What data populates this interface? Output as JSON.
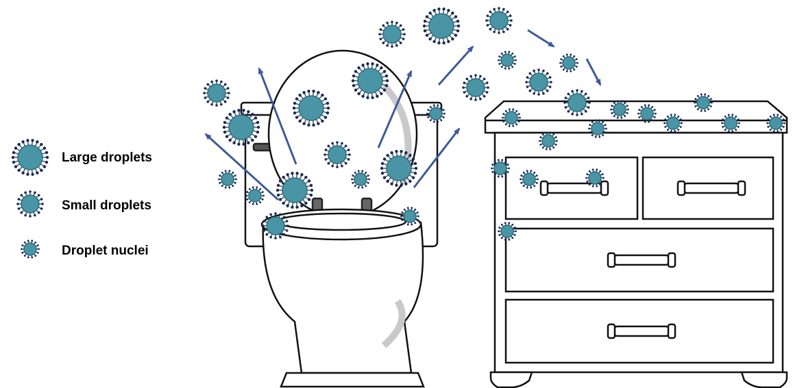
{
  "legend": {
    "large": "Large droplets",
    "small": "Small droplets",
    "nuclei": "Droplet nuclei"
  },
  "colors": {
    "droplet_fill": "#4a95a5",
    "droplet_fill_light": "#6fb2c0",
    "spike": "#1b2a52",
    "arrow": "#3d5a99",
    "outline": "#111111"
  },
  "droplets": [
    {
      "size": "large",
      "at": "legend"
    },
    {
      "size": "small",
      "at": "legend"
    },
    {
      "size": "nuclei",
      "at": "legend"
    },
    {
      "size": "small",
      "at": "near-tank-left"
    },
    {
      "size": "large",
      "at": "tank-left"
    },
    {
      "size": "nuclei",
      "at": "left-low"
    },
    {
      "size": "nuclei",
      "at": "left-mid"
    },
    {
      "size": "large",
      "at": "rim-left"
    },
    {
      "size": "small",
      "at": "bowl-rim"
    },
    {
      "size": "large",
      "at": "lid-center"
    },
    {
      "size": "small",
      "at": "lid-lower"
    },
    {
      "size": "large",
      "at": "lid-top-right"
    },
    {
      "size": "nuclei",
      "at": "lid-right"
    },
    {
      "size": "large",
      "at": "seat-right"
    },
    {
      "size": "nuclei",
      "at": "tank-right"
    },
    {
      "size": "nuclei",
      "at": "rim-right"
    },
    {
      "size": "small",
      "at": "top-1"
    },
    {
      "size": "large",
      "at": "top-2"
    },
    {
      "size": "small",
      "at": "top-3"
    },
    {
      "size": "nuclei",
      "at": "top-4"
    },
    {
      "size": "small",
      "at": "mid-1"
    },
    {
      "size": "small",
      "at": "mid-2"
    },
    {
      "size": "nuclei",
      "at": "mid-3"
    },
    {
      "size": "small",
      "at": "dresser-top-1"
    },
    {
      "size": "nuclei",
      "at": "dresser-top-2"
    },
    {
      "size": "nuclei",
      "at": "dresser-top-3"
    },
    {
      "size": "nuclei",
      "at": "dresser-top-4"
    },
    {
      "size": "nuclei",
      "at": "dresser-top-5"
    },
    {
      "size": "nuclei",
      "at": "dresser-top-6"
    },
    {
      "size": "nuclei",
      "at": "dresser-top-7"
    },
    {
      "size": "nuclei",
      "at": "dresser-top-8"
    },
    {
      "size": "nuclei",
      "at": "dresser-top-9"
    },
    {
      "size": "nuclei",
      "at": "dresser-side-1"
    },
    {
      "size": "nuclei",
      "at": "dresser-side-2"
    },
    {
      "size": "nuclei",
      "at": "drawer-1"
    },
    {
      "size": "nuclei",
      "at": "drawer-2"
    },
    {
      "size": "nuclei",
      "at": "dresser-side-3"
    }
  ]
}
